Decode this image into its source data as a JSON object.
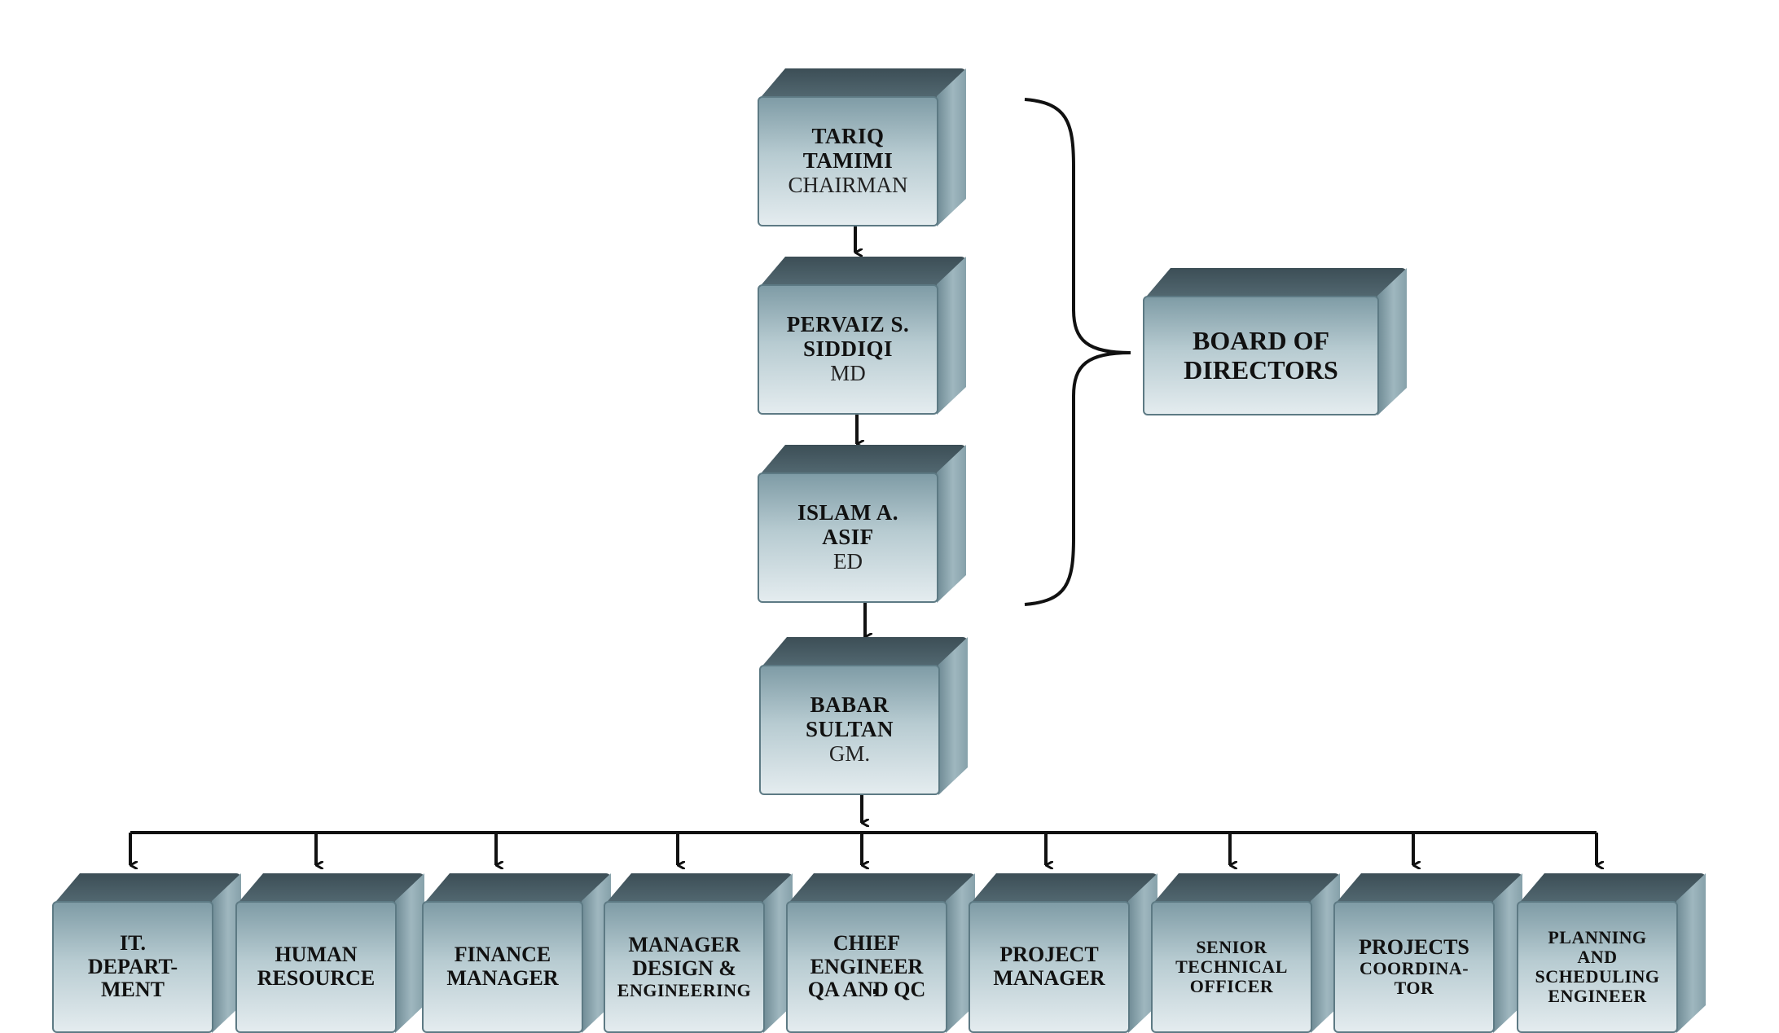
{
  "executives": [
    {
      "name_lines": [
        "TARIQ",
        "TAMIMI"
      ],
      "role": "CHAIRMAN"
    },
    {
      "name_lines": [
        "PERVAIZ S.",
        "SIDDIQI"
      ],
      "role": "MD"
    },
    {
      "name_lines": [
        "ISLAM A.",
        "ASIF"
      ],
      "role": "ED"
    },
    {
      "name_lines": [
        "BABAR",
        "SULTAN"
      ],
      "role": "GM."
    }
  ],
  "board": {
    "lines": [
      "BOARD OF",
      "DIRECTORS"
    ]
  },
  "departments": [
    {
      "lines": [
        "IT.",
        "DEPART-",
        "MENT"
      ]
    },
    {
      "lines": [
        "HUMAN",
        "RESOURCE"
      ]
    },
    {
      "lines": [
        "FINANCE",
        "MANAGER"
      ]
    },
    {
      "lines": [
        "MANAGER",
        "DESIGN &",
        "ENGINEERING"
      ]
    },
    {
      "lines": [
        "CHIEF",
        "ENGINEER",
        "QA AND QC"
      ]
    },
    {
      "lines": [
        "PROJECT",
        "MANAGER"
      ]
    },
    {
      "lines": [
        "SENIOR",
        "TECHNICAL",
        "OFFICER"
      ]
    },
    {
      "lines": [
        "PROJECTS",
        "COORDINA-",
        "TOR"
      ]
    },
    {
      "lines": [
        "PLANNING",
        "AND",
        "SCHEDULING",
        "ENGINEER"
      ]
    }
  ],
  "colors": {
    "connector": "#111111",
    "box_top": "#3c4e56",
    "box_front_light": "#e4ecef"
  }
}
